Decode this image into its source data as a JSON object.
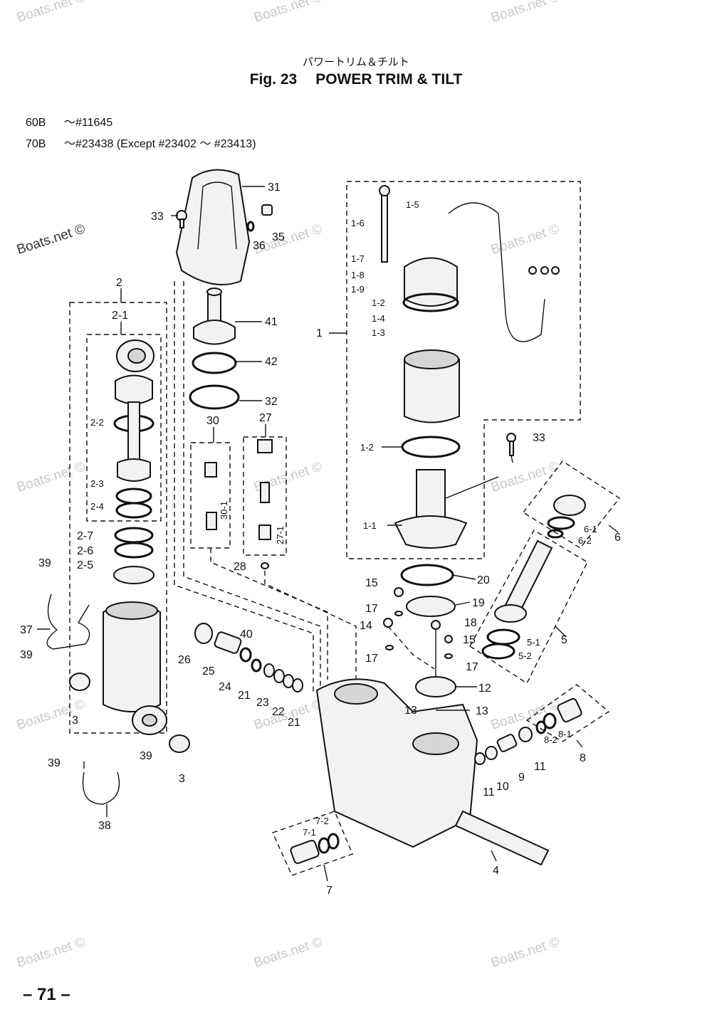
{
  "header": {
    "subtitle_jp": "パワートリム＆チルト",
    "fig_number": "Fig. 23",
    "fig_title": "POWER TRIM & TILT"
  },
  "models": [
    {
      "model": "60B",
      "range": "～#11645"
    },
    {
      "model": "70B",
      "range": "～#23438  (Except #23402 ～ #23413)"
    }
  ],
  "watermark": "Boats.net ©",
  "page_number": "– 71 –",
  "parts": {
    "p1": "1",
    "p1_1": "1-1",
    "p1_2a": "1-2",
    "p1_2b": "1-2",
    "p1_3": "1-3",
    "p1_4": "1-4",
    "p1_5": "1-5",
    "p1_6": "1-6",
    "p1_7": "1-7",
    "p1_8": "1-8",
    "p1_9": "1-9",
    "p2": "2",
    "p2_1": "2-1",
    "p2_2": "2-2",
    "p2_3": "2-3",
    "p2_4": "2-4",
    "p2_5": "2-5",
    "p2_6": "2-6",
    "p2_7": "2-7",
    "p3a": "3",
    "p3b": "3",
    "p4": "4",
    "p5": "5",
    "p5_1": "5-1",
    "p5_2": "5-2",
    "p6": "6",
    "p6_1": "6-1",
    "p6_2": "6-2",
    "p7": "7",
    "p7_1": "7-1",
    "p7_2": "7-2",
    "p8": "8",
    "p8_1": "8-1",
    "p8_2": "8-2",
    "p9": "9",
    "p10": "10",
    "p11a": "11",
    "p11b": "11",
    "p12": "12",
    "p13a": "13",
    "p13b": "13",
    "p14": "14",
    "p15a": "15",
    "p15b": "15",
    "p17a": "17",
    "p17b": "17",
    "p17c": "17",
    "p18": "18",
    "p19": "19",
    "p20": "20",
    "p21a": "21",
    "p21b": "21",
    "p22": "22",
    "p23": "23",
    "p24": "24",
    "p25": "25",
    "p26": "26",
    "p27": "27",
    "p27_1": "27-1",
    "p28": "28",
    "p30": "30",
    "p30_1": "30-1",
    "p31": "31",
    "p32": "32",
    "p33a": "33",
    "p33b": "33",
    "p35": "35",
    "p36": "36",
    "p37": "37",
    "p38": "38",
    "p39a": "39",
    "p39b": "39",
    "p39c": "39",
    "p39d": "39",
    "p40": "40",
    "p41": "41",
    "p42": "42"
  }
}
